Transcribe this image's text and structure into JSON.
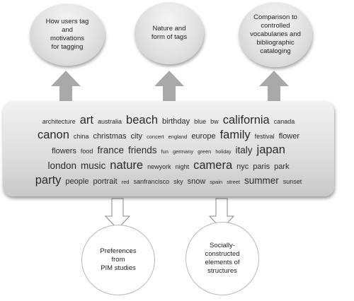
{
  "top_bubbles": [
    {
      "text": "How users tag\nand\nmotivations\nfor tagging"
    },
    {
      "text": "Nature and\nform of tags"
    },
    {
      "text": "Comparison to\ncontrolled\nvocabularies and\nbibliographic\ncataloging"
    }
  ],
  "bottom_bubbles": [
    {
      "text": "Preferences\nfrom\nPIM studies"
    },
    {
      "text": "Socially-\nconstructed\nelements of\nstructures"
    }
  ],
  "tag_cloud": [
    [
      {
        "t": "architecture",
        "s": 1
      },
      {
        "t": "art",
        "s": 4
      },
      {
        "t": "australia",
        "s": 1
      },
      {
        "t": "beach",
        "s": 4
      },
      {
        "t": "birthday",
        "s": 2
      },
      {
        "t": "blue",
        "s": 1
      },
      {
        "t": "bw",
        "s": 1
      },
      {
        "t": "california",
        "s": 4
      },
      {
        "t": "canada",
        "s": 1
      }
    ],
    [
      {
        "t": "canon",
        "s": 4
      },
      {
        "t": "china",
        "s": 1
      },
      {
        "t": "christmas",
        "s": 2
      },
      {
        "t": "city",
        "s": 2
      },
      {
        "t": "concert",
        "s": 0
      },
      {
        "t": "england",
        "s": 0
      },
      {
        "t": "europe",
        "s": 2
      },
      {
        "t": "family",
        "s": 4
      },
      {
        "t": "festival",
        "s": 1
      },
      {
        "t": "flower",
        "s": 2
      }
    ],
    [
      {
        "t": "flowers",
        "s": 2
      },
      {
        "t": "food",
        "s": 1
      },
      {
        "t": "france",
        "s": 3
      },
      {
        "t": "friends",
        "s": 3
      },
      {
        "t": "fun",
        "s": 0
      },
      {
        "t": "germany",
        "s": 0
      },
      {
        "t": "green",
        "s": 0
      },
      {
        "t": "holiday",
        "s": -1
      },
      {
        "t": "italy",
        "s": 3
      },
      {
        "t": "japan",
        "s": 4
      }
    ],
    [
      {
        "t": "london",
        "s": 3
      },
      {
        "t": "music",
        "s": 3
      },
      {
        "t": "nature",
        "s": 4
      },
      {
        "t": "newyork",
        "s": 1
      },
      {
        "t": "night",
        "s": 1
      },
      {
        "t": "camera",
        "s": 4
      },
      {
        "t": "nyc",
        "s": 2
      },
      {
        "t": "paris",
        "s": 2
      },
      {
        "t": "park",
        "s": 2
      }
    ],
    [
      {
        "t": "party",
        "s": 4
      },
      {
        "t": "people",
        "s": 2
      },
      {
        "t": "portrait",
        "s": 2
      },
      {
        "t": "red",
        "s": 0
      },
      {
        "t": "sanfrancisco",
        "s": 1
      },
      {
        "t": "sky",
        "s": 1
      },
      {
        "t": "snow",
        "s": 2
      },
      {
        "t": "spain",
        "s": 0
      },
      {
        "t": "street",
        "s": 0
      },
      {
        "t": "summer",
        "s": 3
      },
      {
        "t": "sunset",
        "s": 1
      }
    ]
  ]
}
